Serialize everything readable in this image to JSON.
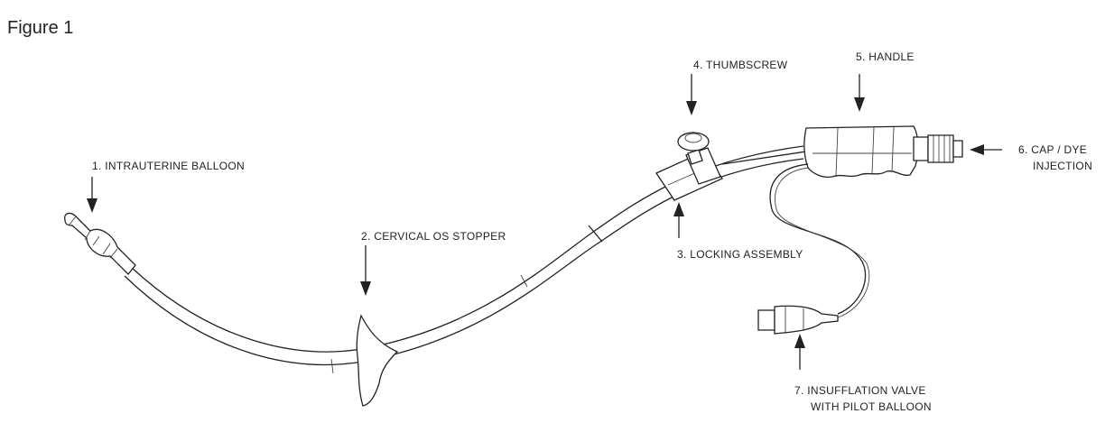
{
  "figure_title": "Figure 1",
  "labels": {
    "balloon": "1. INTRAUTERINE BALLOON",
    "stopper": "2. CERVICAL OS STOPPER",
    "locking": "3. LOCKING ASSEMBLY",
    "thumbscrew": "4. THUMBSCREW",
    "handle": "5. HANDLE",
    "cap_line1": "6. CAP / DYE",
    "cap_line2": "INJECTION",
    "valve_line1": "7. INSUFFLATION VALVE",
    "valve_line2": "WITH PILOT BALLOON"
  }
}
